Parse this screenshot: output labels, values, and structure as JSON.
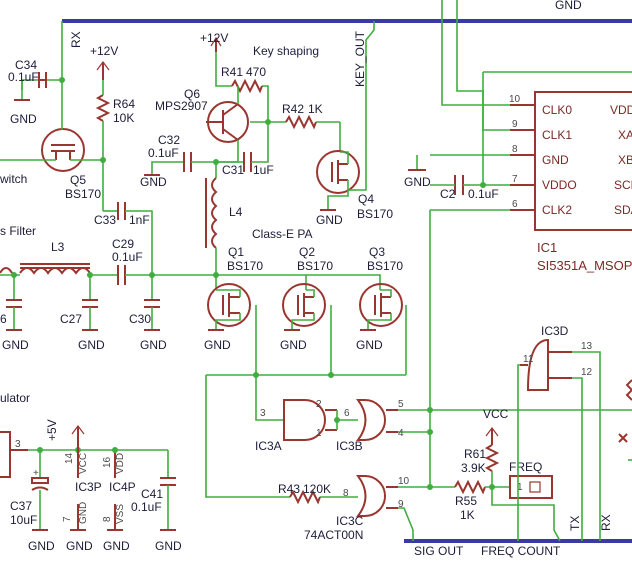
{
  "rails": {
    "vcc12_a": "+12V",
    "vcc12_b": "+12V",
    "vcc5": "+5V",
    "vcc": "VCC"
  },
  "nets": {
    "rx": "RX",
    "key_out": "KEY_OUT",
    "tx": "TX",
    "rx2": "RX",
    "gnd_top": "GND"
  },
  "sections": {
    "key_shaping": "Key shaping",
    "class_e": "Class-E PA",
    "filter": "s Filter",
    "switch": "witch",
    "regulator": "ulator"
  },
  "ground_label": "GND",
  "components": {
    "c34": {
      "ref": "C34",
      "value": "0.1uF"
    },
    "r64": {
      "ref": "R64",
      "value": "10K"
    },
    "q5": {
      "ref": "Q5",
      "value": "BS170"
    },
    "c33": {
      "ref": "C33",
      "value": "1nF"
    },
    "q6": {
      "ref": "Q6",
      "value": "MPS2907"
    },
    "r41": {
      "ref": "R41",
      "value": "470"
    },
    "c32": {
      "ref": "C32",
      "value": "0.1uF"
    },
    "c31": {
      "ref": "C31",
      "value": "1uF"
    },
    "r42": {
      "ref": "R42",
      "value": "1K"
    },
    "l4": {
      "ref": "L4"
    },
    "q4": {
      "ref": "Q4",
      "value": "BS170"
    },
    "c2": {
      "ref": "C2",
      "value": "0.1uF"
    },
    "l3": {
      "ref": "L3"
    },
    "c29": {
      "ref": "C29",
      "value": "0.1uF"
    },
    "c27": {
      "ref": "C27"
    },
    "c30": {
      "ref": "C30"
    },
    "c_left": {
      "ref": "6"
    },
    "q1": {
      "ref": "Q1",
      "value": "BS170"
    },
    "q2": {
      "ref": "Q2",
      "value": "BS170"
    },
    "q3": {
      "ref": "Q3",
      "value": "BS170"
    },
    "ic1": {
      "ref": "IC1",
      "value": "SI5351A_MSOP",
      "pins": [
        "CLK0",
        "CLK1",
        "GND",
        "VDDO",
        "CLK2"
      ],
      "pins_right": [
        "VDD",
        "XA",
        "XB",
        "SCL",
        "SDA"
      ],
      "pin_numbers": [
        "10",
        "9",
        "8",
        "7",
        "6"
      ]
    },
    "ic3a": {
      "ref": "IC3A",
      "pins": [
        "3",
        "2",
        "1"
      ]
    },
    "ic3b": {
      "ref": "IC3B",
      "pins": [
        "6",
        "5",
        "4"
      ]
    },
    "ic3c": {
      "ref": "IC3C",
      "value": "74ACT00N",
      "pins": [
        "8",
        "10",
        "9"
      ]
    },
    "ic3d": {
      "ref": "IC3D",
      "pins": [
        "11",
        "13",
        "12"
      ]
    },
    "ic3p": {
      "ref": "IC3P",
      "pins": [
        "14",
        "7"
      ],
      "pin_names": [
        "VCC",
        "GND"
      ]
    },
    "ic4p": {
      "ref": "IC4P",
      "pins": [
        "16",
        "8"
      ],
      "pin_names": [
        "VDD",
        "VSS"
      ]
    },
    "c37": {
      "ref": "C37",
      "value": "10uF"
    },
    "c41": {
      "ref": "C41",
      "value": "0.1uF"
    },
    "r43": {
      "ref": "R43",
      "value": "120K"
    },
    "r61": {
      "ref": "R61",
      "value": "3.9K"
    },
    "r55": {
      "ref": "R55",
      "value": "1K"
    },
    "freq": {
      "ref": "FREQ",
      "pin": "1"
    },
    "reg_pin": "3"
  },
  "bus_labels": {
    "sig_out": "SIG OUT",
    "freq_count": "FREQ COUNT"
  }
}
